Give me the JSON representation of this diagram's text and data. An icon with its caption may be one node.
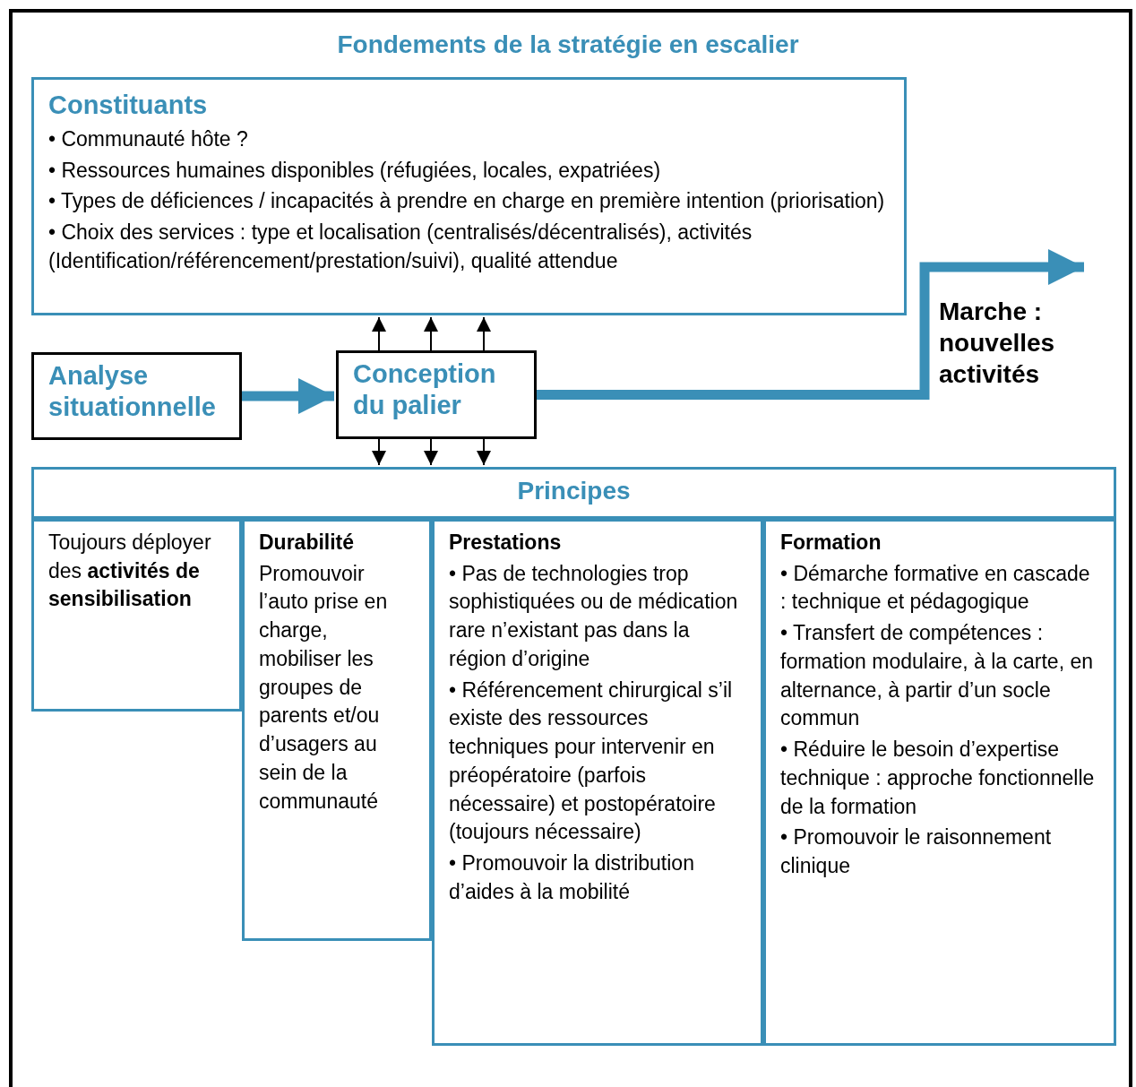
{
  "diagram": {
    "title": "Fondements de la stratégie en escalier",
    "nodes": [
      {
        "text": [
          "Constituants",
          "• Communauté hôte ?",
          "• Ressources humaines disponibles (réfugiées, locales, expatriées)",
          "• Types de déficiences / incapacités à prendre en charge en première intention (priorisation)",
          "• Choix des services : type et localisation (centralisés/décentralisés), activités (Identification/référencement/prestation/suivi), qualité attendue"
        ]
      },
      {
        "text": [
          "Analyse situationnelle"
        ]
      },
      {
        "text": [
          "Conception du palier"
        ]
      },
      {
        "text": [
          "Principes"
        ]
      },
      {
        "text": [
          "Toujours déployer des **activités de sensibilisation**"
        ]
      },
      {
        "text": [
          "Durabilité",
          "Promouvoir l’auto prise en charge, mobiliser les groupes de parents et/ou d’usagers au sein de la communauté"
        ]
      },
      {
        "text": [
          "Prestations",
          "• Pas de technologies trop sophistiquées ou de médication rare n’existant pas dans la région d’origine",
          "• Référencement chirurgical s’il existe des ressources techniques pour intervenir en préopératoire (parfois nécessaire) et postopératoire (toujours nécessaire)",
          "• Promouvoir la distribution d’aides à la mobilité"
        ]
      },
      {
        "text": [
          "Formation",
          "• Démarche formative en cascade : technique et pédagogique",
          "• Transfert de compétences : formation modulaire, à la carte, en alternance, à partir d’un socle commun",
          "• Réduire le besoin d’expertise technique : approche fonctionnelle de la formation",
          "• Promouvoir le raisonnement clinique"
        ]
      }
    ],
    "edges": [
      {
        "from": 1,
        "to": 2,
        "arrow": "to",
        "style": "thick",
        "color": "#3a8fb7"
      },
      {
        "from": 2,
        "to": null,
        "arrow": "to",
        "style": "thick",
        "color": "#3a8fb7",
        "label": "Marche : nouvelles activités"
      },
      {
        "from": 2,
        "to": 0,
        "arrow": "to"
      },
      {
        "from": 2,
        "to": 0,
        "arrow": "to"
      },
      {
        "from": 2,
        "to": 0,
        "arrow": "to"
      },
      {
        "from": 2,
        "to": 3,
        "arrow": "to"
      },
      {
        "from": 2,
        "to": 3,
        "arrow": "to"
      },
      {
        "from": 2,
        "to": 3,
        "arrow": "to"
      }
    ]
  }
}
